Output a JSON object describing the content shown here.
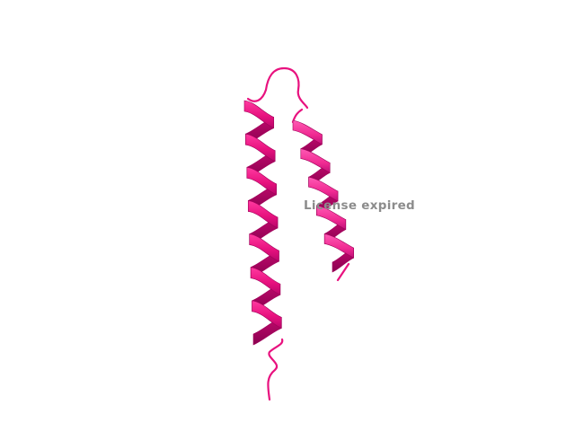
{
  "viewer": {
    "background": "#ffffff",
    "watermark": "License expired",
    "watermark_color": "#8c8c8c"
  },
  "structure": {
    "representation": "cartoon",
    "color": "#e8127f",
    "shade_color": "#a0005a",
    "chains": [
      {
        "segment": "long-helix"
      },
      {
        "segment": "short-helix"
      }
    ]
  }
}
